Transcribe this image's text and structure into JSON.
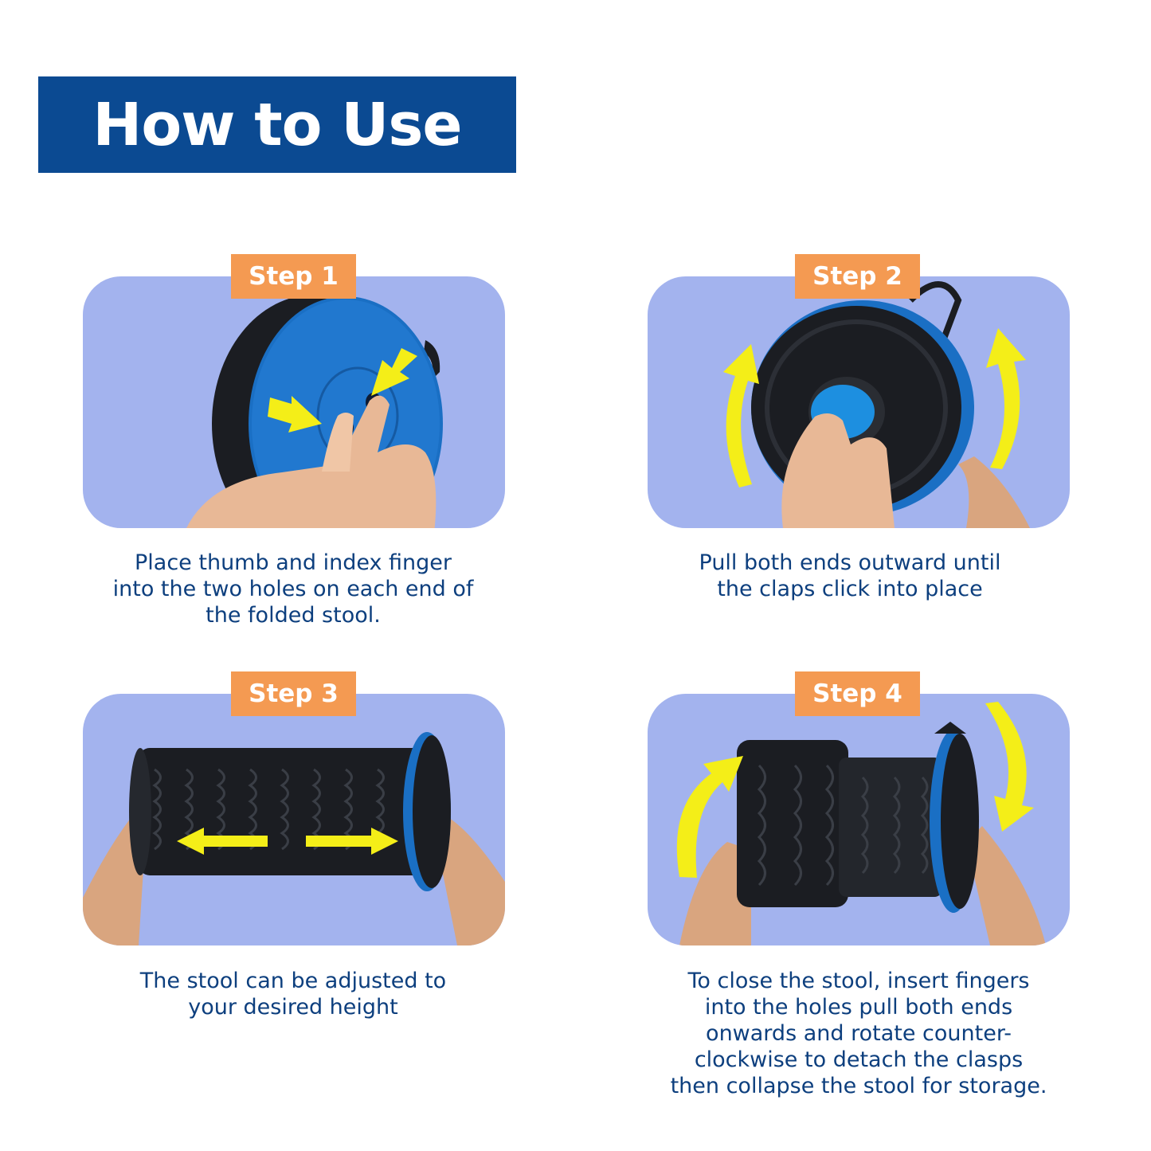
{
  "title": "How to Use",
  "colors": {
    "banner": "#0b4a92",
    "badge": "#f49a52",
    "panel": "#a3b3ee",
    "caption": "#0d3f7e",
    "arrow": "#f4ee18",
    "stool_blue": "#1a6fc4",
    "stool_black": "#1b1d22"
  },
  "steps": [
    {
      "badge": "Step 1",
      "caption_lines": [
        "Place thumb and index finger",
        "into the two holes on each end of",
        "the folded stool."
      ],
      "icons": [
        "folded-stool-icon",
        "hand-icon",
        "yellow-arrow-icon"
      ]
    },
    {
      "badge": "Step 2",
      "caption_lines": [
        "Pull both ends outward until",
        "the claps click into place"
      ],
      "icons": [
        "folded-stool-icon",
        "hand-icon",
        "curved-arrow-icon"
      ]
    },
    {
      "badge": "Step 3",
      "caption_lines": [
        "The stool can be adjusted to",
        "your desired height"
      ],
      "icons": [
        "extended-stool-icon",
        "hand-icon",
        "double-arrow-icon"
      ]
    },
    {
      "badge": "Step 4",
      "caption_lines": [
        "To close the stool, insert fingers",
        "into the holes pull both ends",
        "onwards and rotate counter-",
        "clockwise to detach the clasps",
        "then collapse the stool for storage."
      ],
      "icons": [
        "collapsing-stool-icon",
        "hand-icon",
        "curved-arrow-icon"
      ]
    }
  ]
}
